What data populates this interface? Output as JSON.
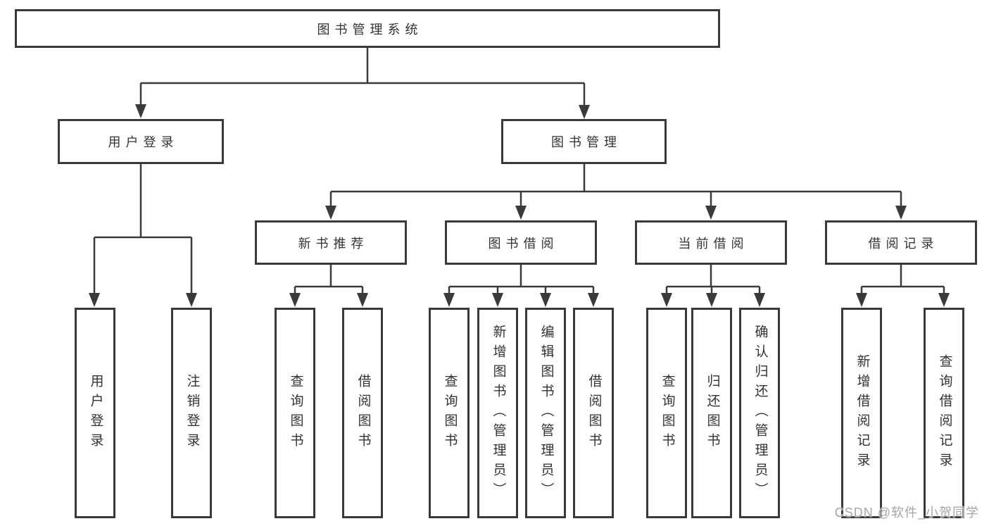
{
  "diagram": {
    "root": {
      "label": "图书管理系统"
    },
    "branches": [
      {
        "label": "用户登录",
        "leaves": [
          "用户登录",
          "注销登录"
        ]
      },
      {
        "label": "图书管理",
        "groups": [
          {
            "label": "新书推荐",
            "leaves": [
              "查询图书",
              "借阅图书"
            ]
          },
          {
            "label": "图书借阅",
            "leaves": [
              "查询图书",
              "新增图书（管理员）",
              "编辑图书（管理员）",
              "借阅图书"
            ]
          },
          {
            "label": "当前借阅",
            "leaves": [
              "查询图书",
              "归还图书",
              "确认归还（管理员）"
            ]
          },
          {
            "label": "借阅记录",
            "leaves": [
              "新增借阅记录",
              "查询借阅记录"
            ]
          }
        ]
      }
    ]
  },
  "watermark": {
    "text": "CSDN @软件_小贺同学"
  },
  "colors": {
    "line": "#3a3a3a",
    "text": "#333333",
    "watermark": "#a6a6a6",
    "background": "#ffffff"
  }
}
